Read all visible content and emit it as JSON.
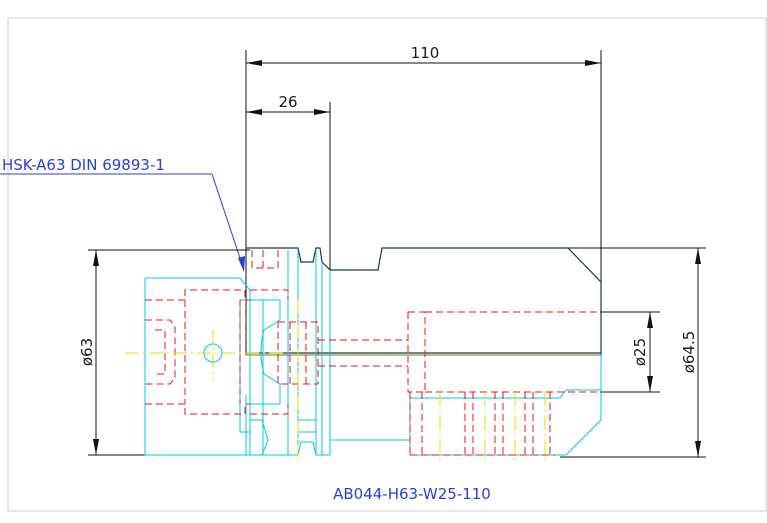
{
  "drawing": {
    "title_block_ref": "HSK-A63 DIN 69893-1",
    "part_number": "AB044-H63-W25-110",
    "dimensions": {
      "overall_length": "110",
      "shank_length": "26",
      "flange_diameter": "ø63",
      "body_diameter": "ø64.5",
      "bore_diameter": "ø25"
    }
  },
  "colors": {
    "outline": "#111111",
    "hidden_lines": "#e8141e",
    "visible_profile": "#00c8e6",
    "center_lines": "#e6e600",
    "annotation": "#2a3fd6"
  }
}
